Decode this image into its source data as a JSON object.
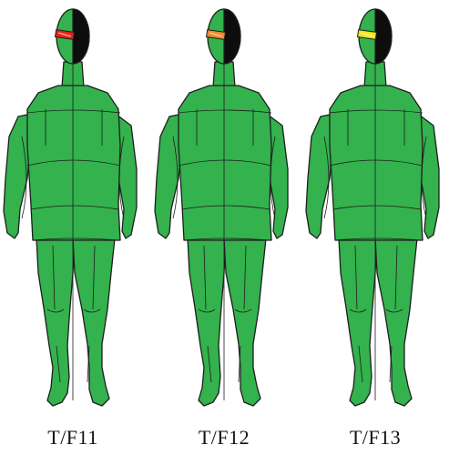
{
  "figures": [
    {
      "label": "T/F11",
      "band_color": "#e8221a",
      "band_icon": "head-band-red"
    },
    {
      "label": "T/F12",
      "band_color": "#f08a2a",
      "band_icon": "head-band-orange"
    },
    {
      "label": "T/F13",
      "band_color": "#f2e41e",
      "band_icon": "head-band-yellow"
    }
  ],
  "colors": {
    "body": "#33b24d",
    "outline": "#1e1e1e",
    "head_dark_half": "#0d0d0d",
    "band_mark": "#ffffff"
  }
}
